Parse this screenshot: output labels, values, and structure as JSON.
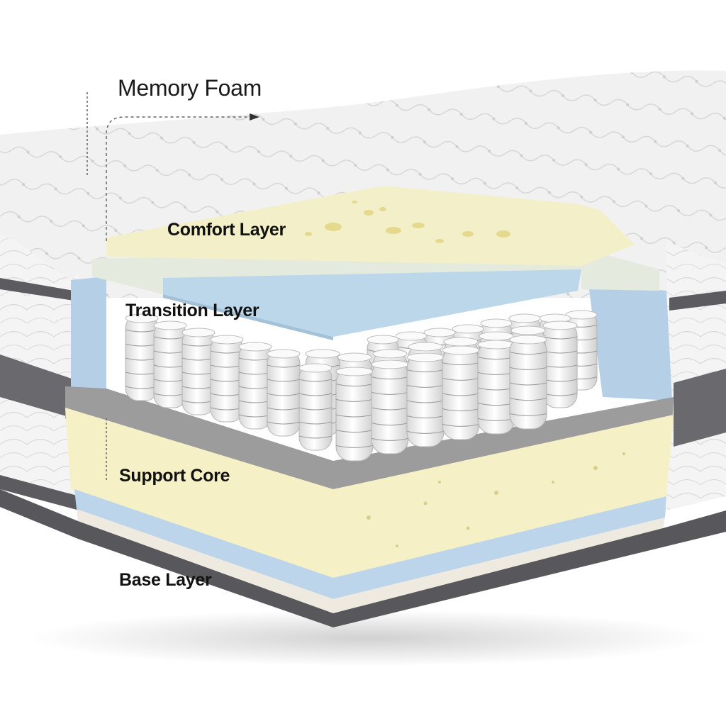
{
  "labels": {
    "memory_foam": "Memory Foam",
    "comfort_layer": "Comfort Layer",
    "transition_layer": "Transition Layer",
    "support_core": "Support Core",
    "base_layer": "Base Layer"
  },
  "colors": {
    "background": "#ffffff",
    "quilted_cover": "#f1f1f1",
    "cover_border": "#5c5c60",
    "comfort_foam": "#f3efc9",
    "transition_foam": "#bcd7ea",
    "gray_foam": "#9a9a9a",
    "support_foam": "#f6f0c6",
    "base_blue": "#bcd5ea",
    "coil_white": "#f2f2f2"
  },
  "icons": {
    "callout_arrow": "arrow-right-icon"
  }
}
